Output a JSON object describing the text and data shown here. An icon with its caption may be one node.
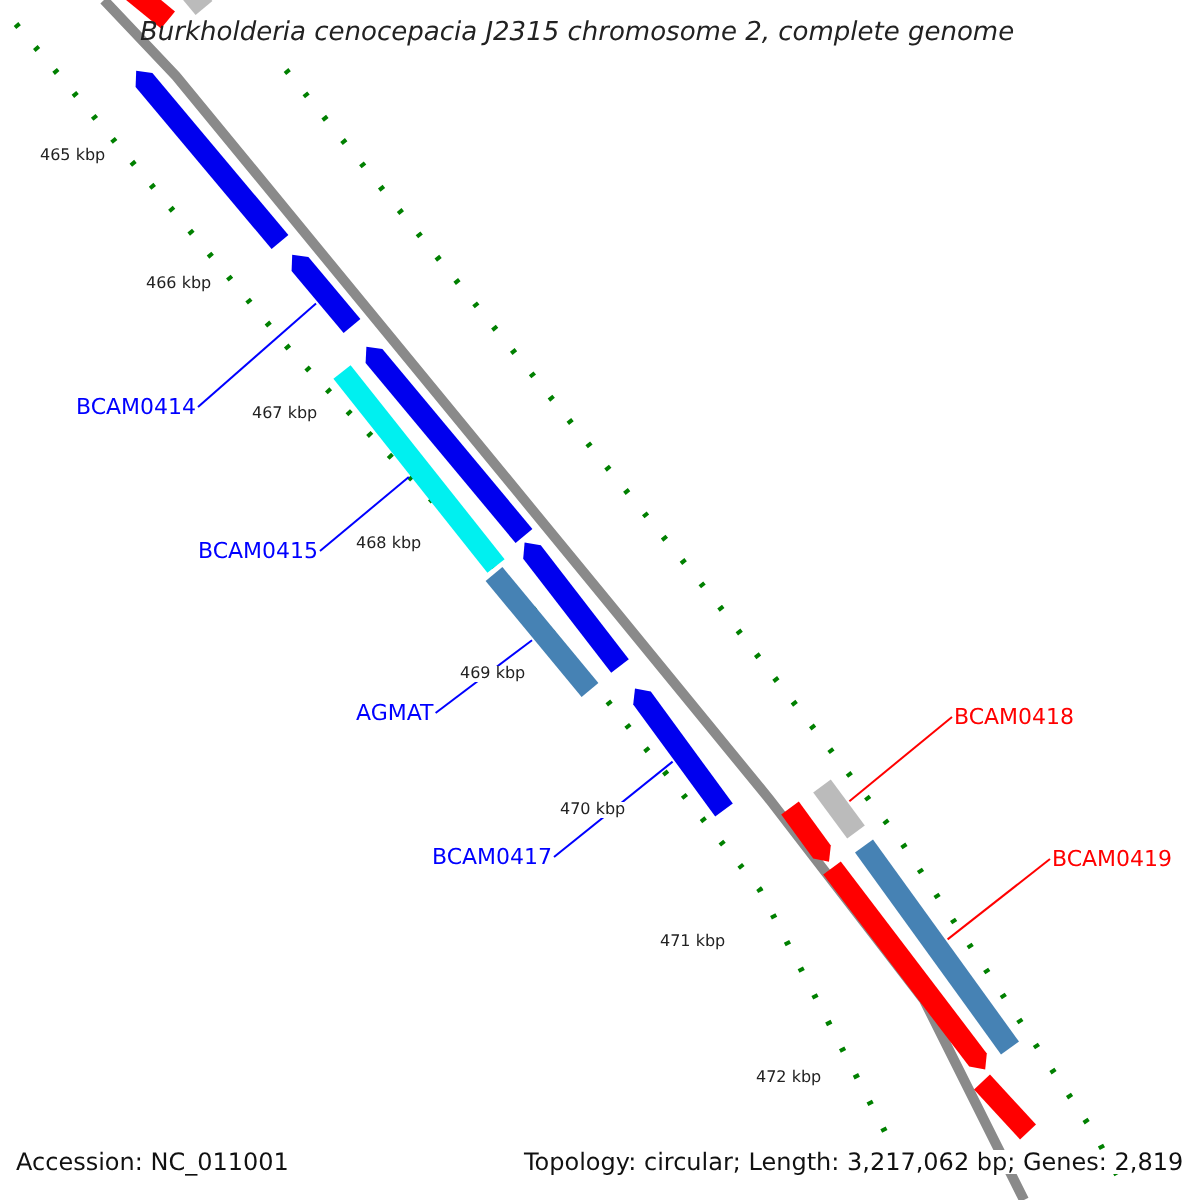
{
  "diagram": {
    "title": "Burkholderia cenocepacia J2315 chromosome 2, complete genome",
    "nodes": [
      {
        "text": [
          "BCAM0414"
        ]
      },
      {
        "text": [
          "BCAM0415"
        ]
      },
      {
        "text": [
          "AGMAT"
        ]
      },
      {
        "text": [
          "BCAM0417"
        ]
      },
      {
        "text": [
          "BCAM0418"
        ]
      },
      {
        "text": [
          "BCAM0419"
        ]
      },
      {
        "text": [],
        "shape": "bar"
      },
      {
        "text": [],
        "shape": "bar"
      },
      {
        "text": [],
        "shape": "bar"
      },
      {
        "text": [],
        "shape": "bar"
      },
      {
        "text": [],
        "shape": "bar"
      },
      {
        "text": [],
        "shape": "bar"
      },
      {
        "text": [],
        "shape": "bar"
      },
      {
        "text": [],
        "shape": "bar"
      },
      {
        "text": [],
        "shape": "bar"
      },
      {
        "text": [],
        "shape": "bar"
      },
      {
        "text": [],
        "shape": "bar"
      },
      {
        "text": [],
        "shape": "bar"
      },
      {
        "text": [],
        "shape": "bar"
      },
      {
        "text": [],
        "shape": "bar"
      }
    ],
    "edges": [
      {
        "from": 0,
        "to": 9,
        "arrow": "none"
      },
      {
        "from": 1,
        "to": 10,
        "arrow": "none"
      },
      {
        "from": 2,
        "to": 13,
        "arrow": "none"
      },
      {
        "from": 3,
        "to": 14,
        "arrow": "none"
      },
      {
        "from": 4,
        "to": 16,
        "arrow": "none",
        "color": "#ff0000"
      },
      {
        "from": 5,
        "to": 17,
        "arrow": "none",
        "color": "#ff0000"
      }
    ],
    "labels": [
      "465 kbp",
      "466 kbp",
      "467 kbp",
      "468 kbp",
      "469 kbp",
      "470 kbp",
      "471 kbp",
      "472 kbp",
      "Accession: NC_011001",
      "Topology: circular; Length: 3,217,062 bp; Genes: 2,819"
    ]
  }
}
